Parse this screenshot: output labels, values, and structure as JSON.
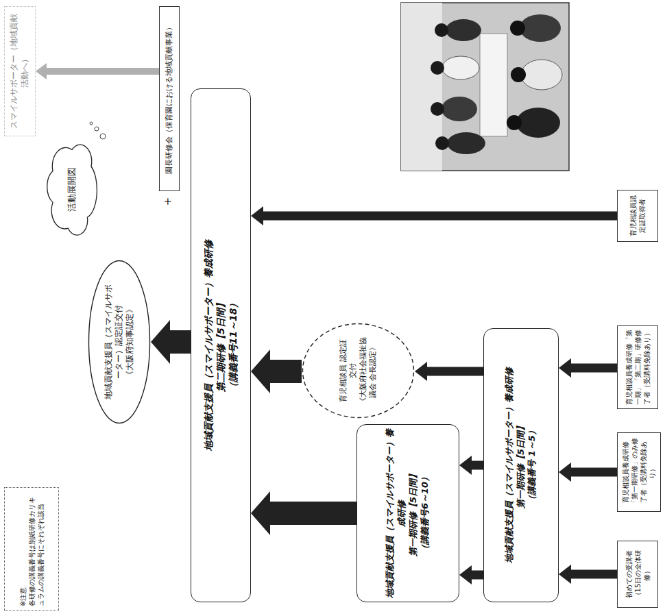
{
  "diagram": {
    "nodes": [
      {
        "text": [
          "スマイルサポーター（地域貢献活動へ）"
        ]
      },
      {
        "text": [
          "活動展開図"
        ]
      },
      {
        "text": [
          "※注意",
          "各研修の講義番号は別紙研修カリキュラムの講義番号にそれぞれ該当"
        ]
      },
      {
        "text": [
          "地域貢献支援員（スマイルサポーター）認定証交付",
          "《大阪府知事認定》"
        ]
      },
      {
        "text": [
          "園長研修会（保育園における地域貢献事業）"
        ]
      },
      {
        "text": [
          "地域貢献支援員（スマイルサポーター）養成研修",
          "第二期研修【5日間】",
          "（講義番号11～18）"
        ]
      },
      {
        "text": [
          "育児相談員 認定証交付",
          "《大阪府社会福祉協議会 会長認定》"
        ]
      },
      {
        "text": [
          "地域貢献支援員（スマイルサポーター）養成研修",
          "第一期研修【5日間】",
          "（講義番号6～10）"
        ]
      },
      {
        "text": [
          "地域貢献支援員（スマイルサポーター）養成研修",
          "第一期研修【5日間】",
          "（講義番号 1～5）"
        ]
      },
      {
        "text": [
          "初めての受講者（15日の全体研修）"
        ]
      },
      {
        "text": [
          "育児相談員養成研修「第一期研修」のみ修了者（受講料免除あり）"
        ]
      },
      {
        "text": [
          "育児相談員養成研修「第一期」「第二期」研修修了者（受講料免除あり）"
        ]
      },
      {
        "text": [
          "育児相談員認定証取得者"
        ]
      }
    ],
    "edges": [
      {
        "from": 4,
        "to": 0,
        "arrow": "to"
      },
      {
        "from": 5,
        "to": 3,
        "arrow": "to"
      },
      {
        "from": 6,
        "to": 5,
        "arrow": "to"
      },
      {
        "from": 7,
        "to": 5,
        "arrow": "to"
      },
      {
        "from": 8,
        "to": 7,
        "arrow": "to"
      },
      {
        "from": 8,
        "to": 7,
        "arrow": "to"
      },
      {
        "from": 8,
        "to": 6,
        "arrow": "to"
      },
      {
        "from": 9,
        "to": 8,
        "arrow": "to"
      },
      {
        "from": 10,
        "to": 8,
        "arrow": "to"
      },
      {
        "from": 11,
        "to": 8,
        "arrow": "to"
      },
      {
        "from": 12,
        "to": 5,
        "arrow": "to"
      }
    ],
    "labels": [
      "＋"
    ]
  }
}
